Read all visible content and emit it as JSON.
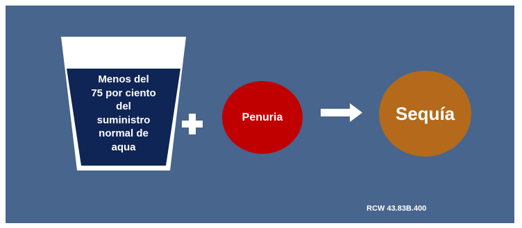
{
  "cup": {
    "lines": [
      "Menos del",
      "75 por ciento",
      "del",
      "suministro",
      "normal de",
      "aqua"
    ]
  },
  "plus_icon": "plus-icon",
  "penuria": {
    "label": "Penuria",
    "color": "#c00000"
  },
  "arrow_icon": "arrow-right-icon",
  "sequia": {
    "label": "Sequía",
    "color": "#b46a1a"
  },
  "citation": "RCW 43.83B.400",
  "colors": {
    "background": "#47658d",
    "cup_fill": "#0f2556",
    "cup_rim": "#ffffff"
  }
}
